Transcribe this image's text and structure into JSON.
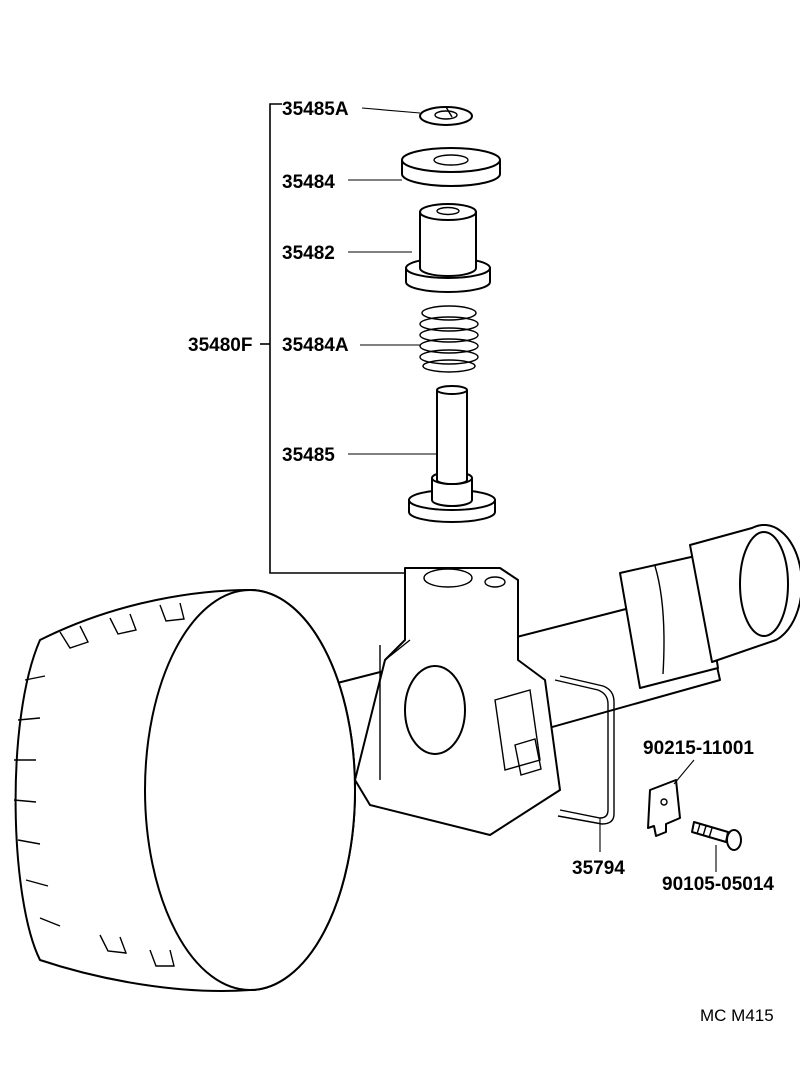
{
  "labels": {
    "snap_ring": "35485A",
    "retainer": "35484",
    "piston": "35482",
    "spring": "35484A",
    "valve": "35485",
    "assembly": "35480F",
    "bracket_wire": "35794",
    "plate": "90215-11001",
    "bolt": "90105-05014"
  },
  "footer": {
    "code": "MC  M415"
  }
}
